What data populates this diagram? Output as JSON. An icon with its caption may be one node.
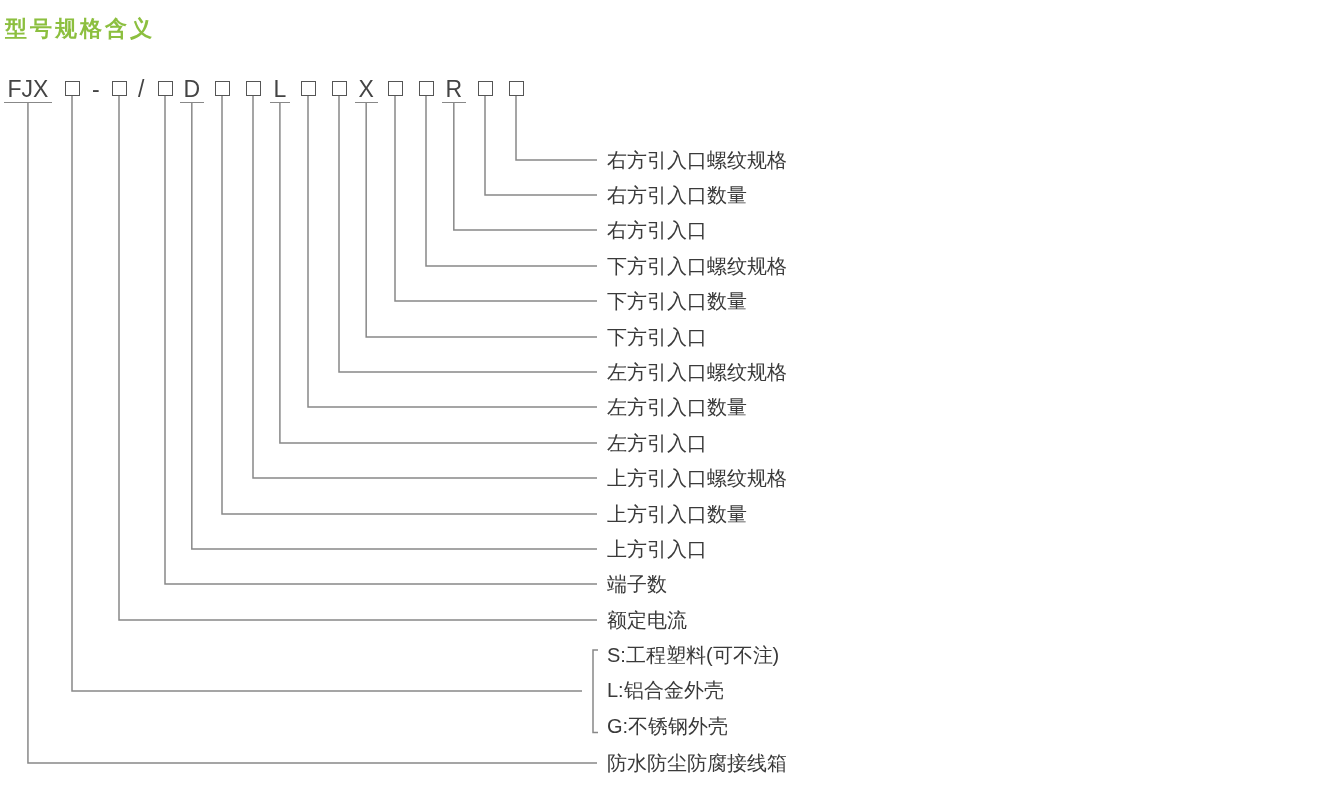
{
  "diagram": {
    "title": "型号规格含义",
    "nodes": [
      {
        "text": [
          "FJX"
        ]
      },
      {
        "text": [],
        "shape": "box"
      },
      {
        "text": [],
        "shape": "box"
      },
      {
        "text": [],
        "shape": "box"
      },
      {
        "text": [
          "D"
        ]
      },
      {
        "text": [],
        "shape": "box"
      },
      {
        "text": [],
        "shape": "box"
      },
      {
        "text": [
          "L"
        ]
      },
      {
        "text": [],
        "shape": "box"
      },
      {
        "text": [],
        "shape": "box"
      },
      {
        "text": [
          "X"
        ]
      },
      {
        "text": [],
        "shape": "box"
      },
      {
        "text": [],
        "shape": "box"
      },
      {
        "text": [
          "R"
        ]
      },
      {
        "text": [],
        "shape": "box"
      },
      {
        "text": [],
        "shape": "box"
      },
      {
        "text": [
          "右方引入口螺纹规格"
        ]
      },
      {
        "text": [
          "右方引入口数量"
        ]
      },
      {
        "text": [
          "右方引入口"
        ]
      },
      {
        "text": [
          "下方引入口螺纹规格"
        ]
      },
      {
        "text": [
          "下方引入口数量"
        ]
      },
      {
        "text": [
          "下方引入口"
        ]
      },
      {
        "text": [
          "左方引入口螺纹规格"
        ]
      },
      {
        "text": [
          "左方引入口数量"
        ]
      },
      {
        "text": [
          "左方引入口"
        ]
      },
      {
        "text": [
          "上方引入口螺纹规格"
        ]
      },
      {
        "text": [
          "上方引入口数量"
        ]
      },
      {
        "text": [
          "上方引入口"
        ]
      },
      {
        "text": [
          "端子数"
        ]
      },
      {
        "text": [
          "额定电流"
        ]
      },
      {
        "text": [
          "S:工程塑料(可不注)",
          "L:铝合金外壳",
          "G:不锈钢外壳"
        ]
      },
      {
        "text": [
          "防水防尘防腐接线箱"
        ]
      }
    ],
    "edges": [
      {
        "from": 15,
        "to": 16,
        "arrow": "none"
      },
      {
        "from": 14,
        "to": 17,
        "arrow": "none"
      },
      {
        "from": 13,
        "to": 18,
        "arrow": "none"
      },
      {
        "from": 12,
        "to": 19,
        "arrow": "none"
      },
      {
        "from": 11,
        "to": 20,
        "arrow": "none"
      },
      {
        "from": 10,
        "to": 21,
        "arrow": "none"
      },
      {
        "from": 9,
        "to": 22,
        "arrow": "none"
      },
      {
        "from": 8,
        "to": 23,
        "arrow": "none"
      },
      {
        "from": 7,
        "to": 24,
        "arrow": "none"
      },
      {
        "from": 6,
        "to": 25,
        "arrow": "none"
      },
      {
        "from": 5,
        "to": 26,
        "arrow": "none"
      },
      {
        "from": 4,
        "to": 27,
        "arrow": "none"
      },
      {
        "from": 3,
        "to": 28,
        "arrow": "none"
      },
      {
        "from": 2,
        "to": 29,
        "arrow": "none"
      },
      {
        "from": 1,
        "to": 30,
        "arrow": "none"
      },
      {
        "from": 0,
        "to": 31,
        "arrow": "none"
      }
    ],
    "labels": [
      "-",
      "/"
    ]
  }
}
